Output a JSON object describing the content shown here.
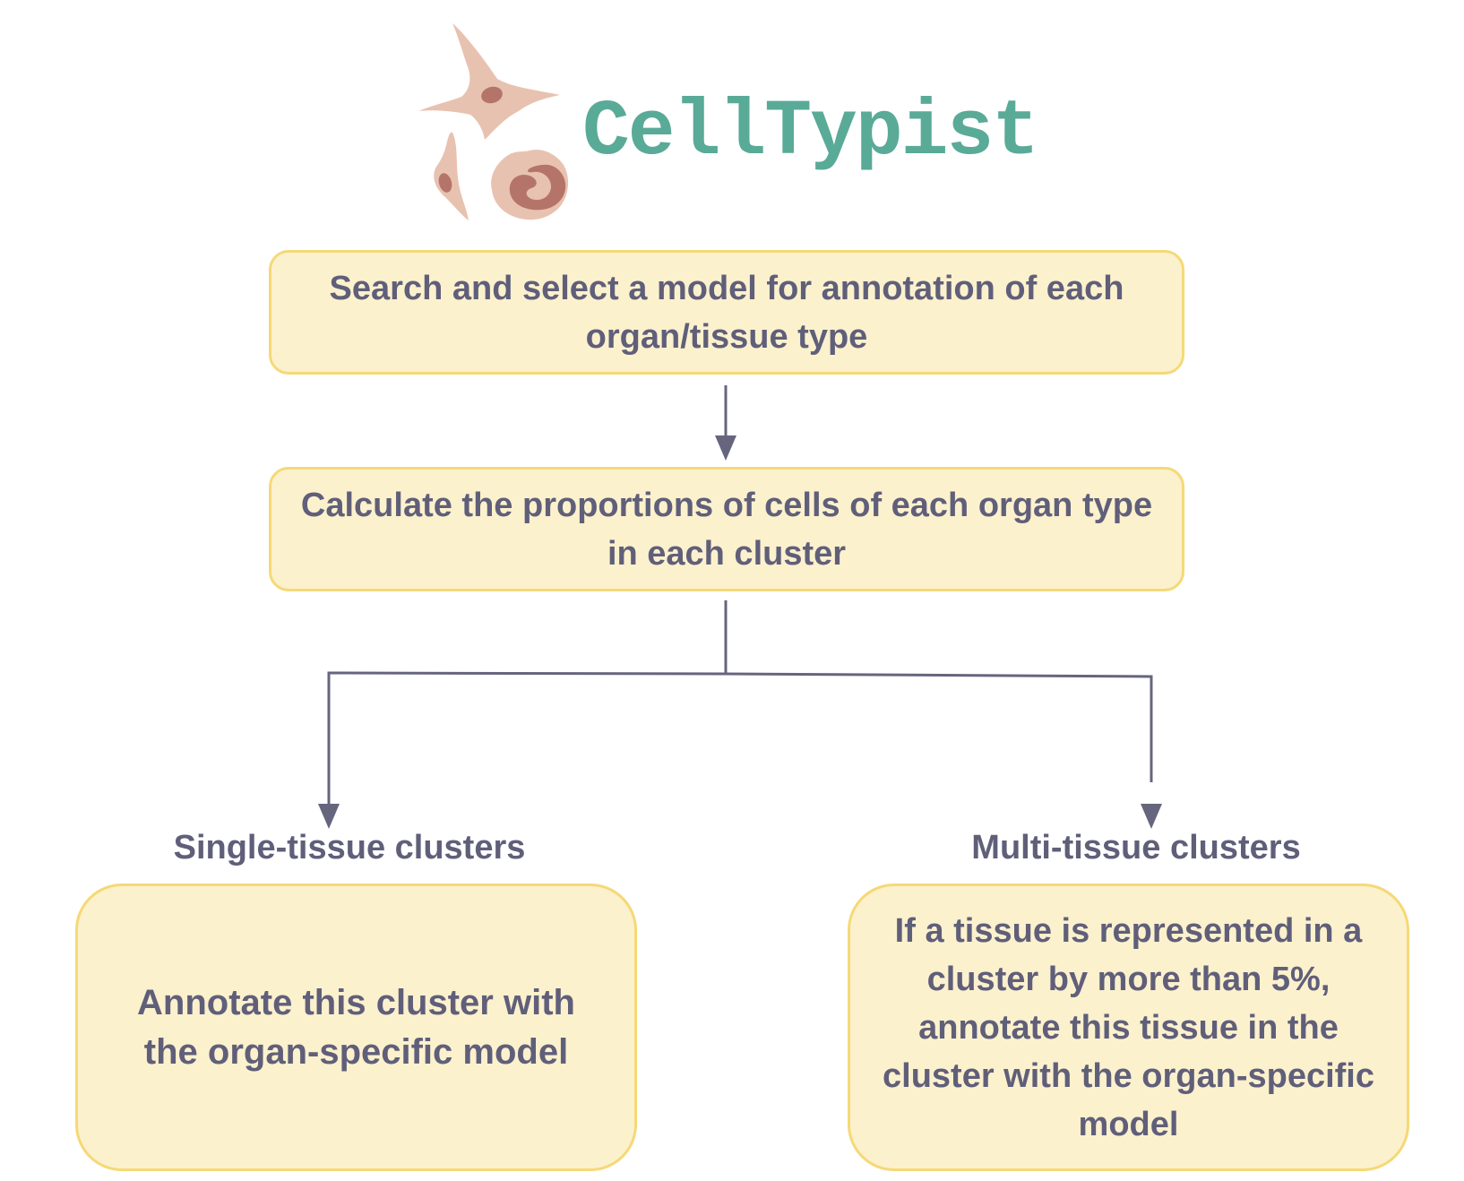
{
  "logo": {
    "text": "CellTypist",
    "icon": "cells-logo-icon",
    "colors": {
      "text": "#5aaa98",
      "cell_light": "#e8c2b0",
      "cell_dark": "#b5746a"
    }
  },
  "steps": {
    "step1": "Search and select a model for annotation of each organ/tissue type",
    "step2": "Calculate the proportions of cells of each organ type in each cluster"
  },
  "branches": {
    "left": {
      "label": "Single-tissue clusters",
      "text": "Annotate this cluster with the organ-specific model"
    },
    "right": {
      "label": "Multi-tissue clusters",
      "text": "If a tissue is represented in a cluster by more than 5%, annotate this tissue in the cluster with the organ-specific model"
    }
  },
  "colors": {
    "box_fill": "#fcf1cd",
    "box_border": "#f5d977",
    "text": "#605f7a",
    "connector": "#66657e"
  }
}
